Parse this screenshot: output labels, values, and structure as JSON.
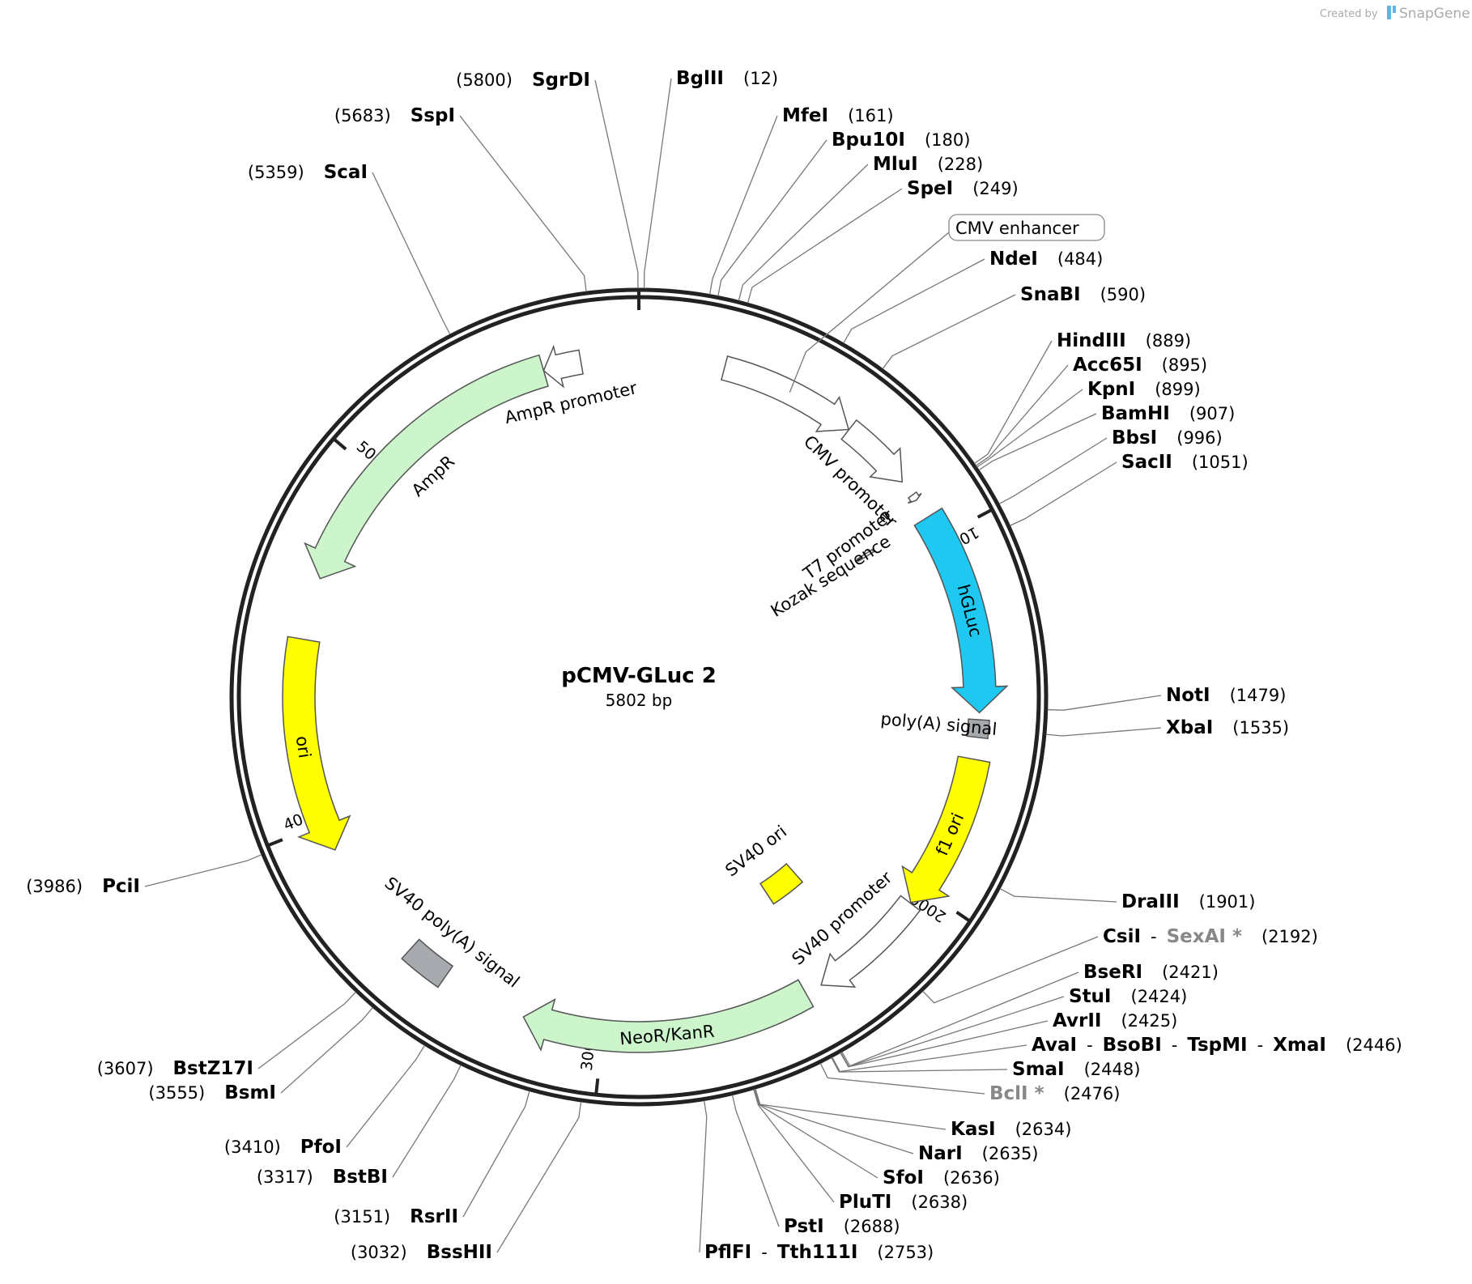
{
  "credit": {
    "prefix": "Created by",
    "brand": "SnapGene"
  },
  "plasmid": {
    "name": "pCMV-GLuc 2",
    "length": "5802 bp",
    "total_bp": 5802
  },
  "ticks": [
    {
      "label": "1000",
      "pos": 1000
    },
    {
      "label": "2000",
      "pos": 2000
    },
    {
      "label": "3000",
      "pos": 3000
    },
    {
      "label": "4000",
      "pos": 4000
    },
    {
      "label": "5000",
      "pos": 5000
    }
  ],
  "features": [
    {
      "name": "CMV enhancer",
      "start": 235,
      "end": 614,
      "type": "arrow",
      "color": "#ffffff",
      "boxed": true
    },
    {
      "name": "CMV promoter",
      "start": 615,
      "end": 818,
      "type": "arrow",
      "color": "#ffffff"
    },
    {
      "name": "T7 promoter",
      "start": 863,
      "end": 881,
      "type": "arrow",
      "color": "#ffffff"
    },
    {
      "name": "Kozak sequence",
      "start": 930,
      "end": 939,
      "type": "box",
      "color": "#ffffff"
    },
    {
      "name": "hGLuc",
      "start": 936,
      "end": 1493,
      "type": "arrow",
      "color": "#1ec8f0"
    },
    {
      "name": "poly(A) signal",
      "start": 1512,
      "end": 1560,
      "type": "box",
      "color": "#a6a9ae"
    },
    {
      "name": "f1 ori",
      "start": 1620,
      "end": 2048,
      "type": "arrow",
      "color": "#ffff00"
    },
    {
      "name": "SV40 promoter",
      "start": 2050,
      "end": 2380,
      "type": "arrow",
      "color": "#ffffff"
    },
    {
      "name": "SV40 ori",
      "start": 2232,
      "end": 2368,
      "type": "box",
      "color": "#ffff00"
    },
    {
      "name": "NeoR/KanR",
      "start": 2427,
      "end": 3221,
      "type": "arrow",
      "color": "#ccf5cc"
    },
    {
      "name": "SV40 poly(A) signal",
      "start": 3460,
      "end": 3581,
      "type": "box",
      "color": "#a6a9ae"
    },
    {
      "name": "ori",
      "start": 3921,
      "end": 4509,
      "type": "arrow-rev",
      "color": "#ffff00"
    },
    {
      "name": "AmpR",
      "start": 4680,
      "end": 5540,
      "type": "arrow-rev",
      "color": "#ccf5cc"
    },
    {
      "name": "AmpR promoter",
      "start": 5540,
      "end": 5644,
      "type": "arrow-rev",
      "color": "#ffffff"
    }
  ],
  "sites": [
    {
      "names": [
        "BglII"
      ],
      "pos": "(12)",
      "bp": 12
    },
    {
      "names": [
        "MfeI"
      ],
      "pos": "(161)",
      "bp": 161
    },
    {
      "names": [
        "Bpu10I"
      ],
      "pos": "(180)",
      "bp": 180
    },
    {
      "names": [
        "MluI"
      ],
      "pos": "(228)",
      "bp": 228
    },
    {
      "names": [
        "SpeI"
      ],
      "pos": "(249)",
      "bp": 249
    },
    {
      "names": [
        "NdeI"
      ],
      "pos": "(484)",
      "bp": 484
    },
    {
      "names": [
        "SnaBI"
      ],
      "pos": "(590)",
      "bp": 590
    },
    {
      "names": [
        "HindIII"
      ],
      "pos": "(889)",
      "bp": 889
    },
    {
      "names": [
        "Acc65I"
      ],
      "pos": "(895)",
      "bp": 895
    },
    {
      "names": [
        "KpnI"
      ],
      "pos": "(899)",
      "bp": 899
    },
    {
      "names": [
        "BamHI"
      ],
      "pos": "(907)",
      "bp": 907
    },
    {
      "names": [
        "BbsI"
      ],
      "pos": "(996)",
      "bp": 996
    },
    {
      "names": [
        "SacII"
      ],
      "pos": "(1051)",
      "bp": 1051
    },
    {
      "names": [
        "NotI"
      ],
      "pos": "(1479)",
      "bp": 1479
    },
    {
      "names": [
        "XbaI"
      ],
      "pos": "(1535)",
      "bp": 1535
    },
    {
      "names": [
        "DraIII"
      ],
      "pos": "(1901)",
      "bp": 1901
    },
    {
      "names": [
        "CsiI",
        "SexAI *"
      ],
      "gray": [
        false,
        true
      ],
      "pos": "(2192)",
      "bp": 2192
    },
    {
      "names": [
        "BseRI"
      ],
      "pos": "(2421)",
      "bp": 2421
    },
    {
      "names": [
        "StuI"
      ],
      "pos": "(2424)",
      "bp": 2424
    },
    {
      "names": [
        "AvrII"
      ],
      "pos": "(2425)",
      "bp": 2425
    },
    {
      "names": [
        "AvaI",
        "BsoBI",
        "TspMI",
        "XmaI"
      ],
      "pos": "(2446)",
      "bp": 2446
    },
    {
      "names": [
        "SmaI"
      ],
      "pos": "(2448)",
      "bp": 2448
    },
    {
      "names": [
        "BclI *"
      ],
      "gray": [
        true
      ],
      "pos": "(2476)",
      "bp": 2476
    },
    {
      "names": [
        "KasI"
      ],
      "pos": "(2634)",
      "bp": 2634
    },
    {
      "names": [
        "NarI"
      ],
      "pos": "(2635)",
      "bp": 2635
    },
    {
      "names": [
        "SfoI"
      ],
      "pos": "(2636)",
      "bp": 2636
    },
    {
      "names": [
        "PluTI"
      ],
      "pos": "(2638)",
      "bp": 2638
    },
    {
      "names": [
        "PstI"
      ],
      "pos": "(2688)",
      "bp": 2688
    },
    {
      "names": [
        "PflFI",
        "Tth111I"
      ],
      "pos": "(2753)",
      "bp": 2753
    },
    {
      "names": [
        "BssHII"
      ],
      "pos": "(3032)",
      "bp": 3032
    },
    {
      "names": [
        "RsrII"
      ],
      "pos": "(3151)",
      "bp": 3151
    },
    {
      "names": [
        "BstBI"
      ],
      "pos": "(3317)",
      "bp": 3317
    },
    {
      "names": [
        "PfoI"
      ],
      "pos": "(3410)",
      "bp": 3410
    },
    {
      "names": [
        "BsmI"
      ],
      "pos": "(3555)",
      "bp": 3555
    },
    {
      "names": [
        "BstZ17I"
      ],
      "pos": "(3607)",
      "bp": 3607
    },
    {
      "names": [
        "PciI"
      ],
      "pos": "(3986)",
      "bp": 3986
    },
    {
      "names": [
        "ScaI"
      ],
      "pos": "(5359)",
      "bp": 5359
    },
    {
      "names": [
        "SspI"
      ],
      "pos": "(5683)",
      "bp": 5683
    },
    {
      "names": [
        "SgrDI"
      ],
      "pos": "(5800)",
      "bp": 5800
    }
  ]
}
